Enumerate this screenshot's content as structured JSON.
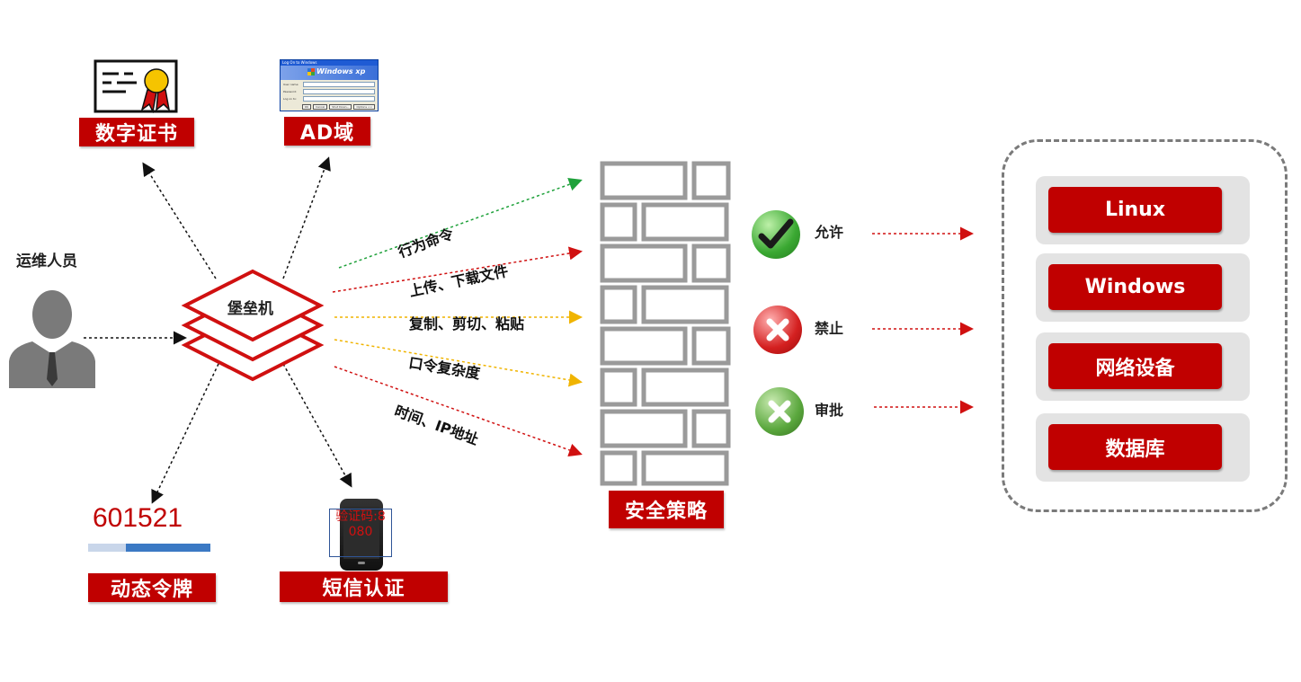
{
  "operator": {
    "label": "运维人员"
  },
  "bastion": {
    "label": "堡垒机"
  },
  "auth": {
    "cert": {
      "label": "数字证书"
    },
    "ad": {
      "label": "AD域",
      "window_title": "Log On to Windows",
      "windows_text": "Windows xp",
      "fields": [
        "User name:",
        "Password:",
        "Log on to:"
      ],
      "buttons": [
        "OK",
        "Cancel",
        "Shut Down...",
        "Options <<"
      ]
    },
    "token": {
      "label": "动态令牌",
      "code": "601521"
    },
    "sms": {
      "label": "短信认证",
      "code_text": "验证码:8080"
    }
  },
  "flows": [
    {
      "label": "行为命令",
      "color": "#1ea13a"
    },
    {
      "label": "上传、下载文件",
      "color": "#c00000"
    },
    {
      "label": "复制、剪切、粘贴",
      "color": "#f0b400"
    },
    {
      "label": "口令复杂度",
      "color": "#f0b400"
    },
    {
      "label": "时间、IP地址",
      "color": "#c00000"
    }
  ],
  "policy": {
    "label": "安全策略"
  },
  "verdicts": [
    {
      "label": "允许",
      "color": "#3aa832"
    },
    {
      "label": "禁止",
      "color": "#d42020"
    },
    {
      "label": "审批",
      "color": "#5aa73d"
    }
  ],
  "systems": [
    {
      "label": "Linux"
    },
    {
      "label": "Windows"
    },
    {
      "label": "网络设备"
    },
    {
      "label": "数据库"
    }
  ]
}
